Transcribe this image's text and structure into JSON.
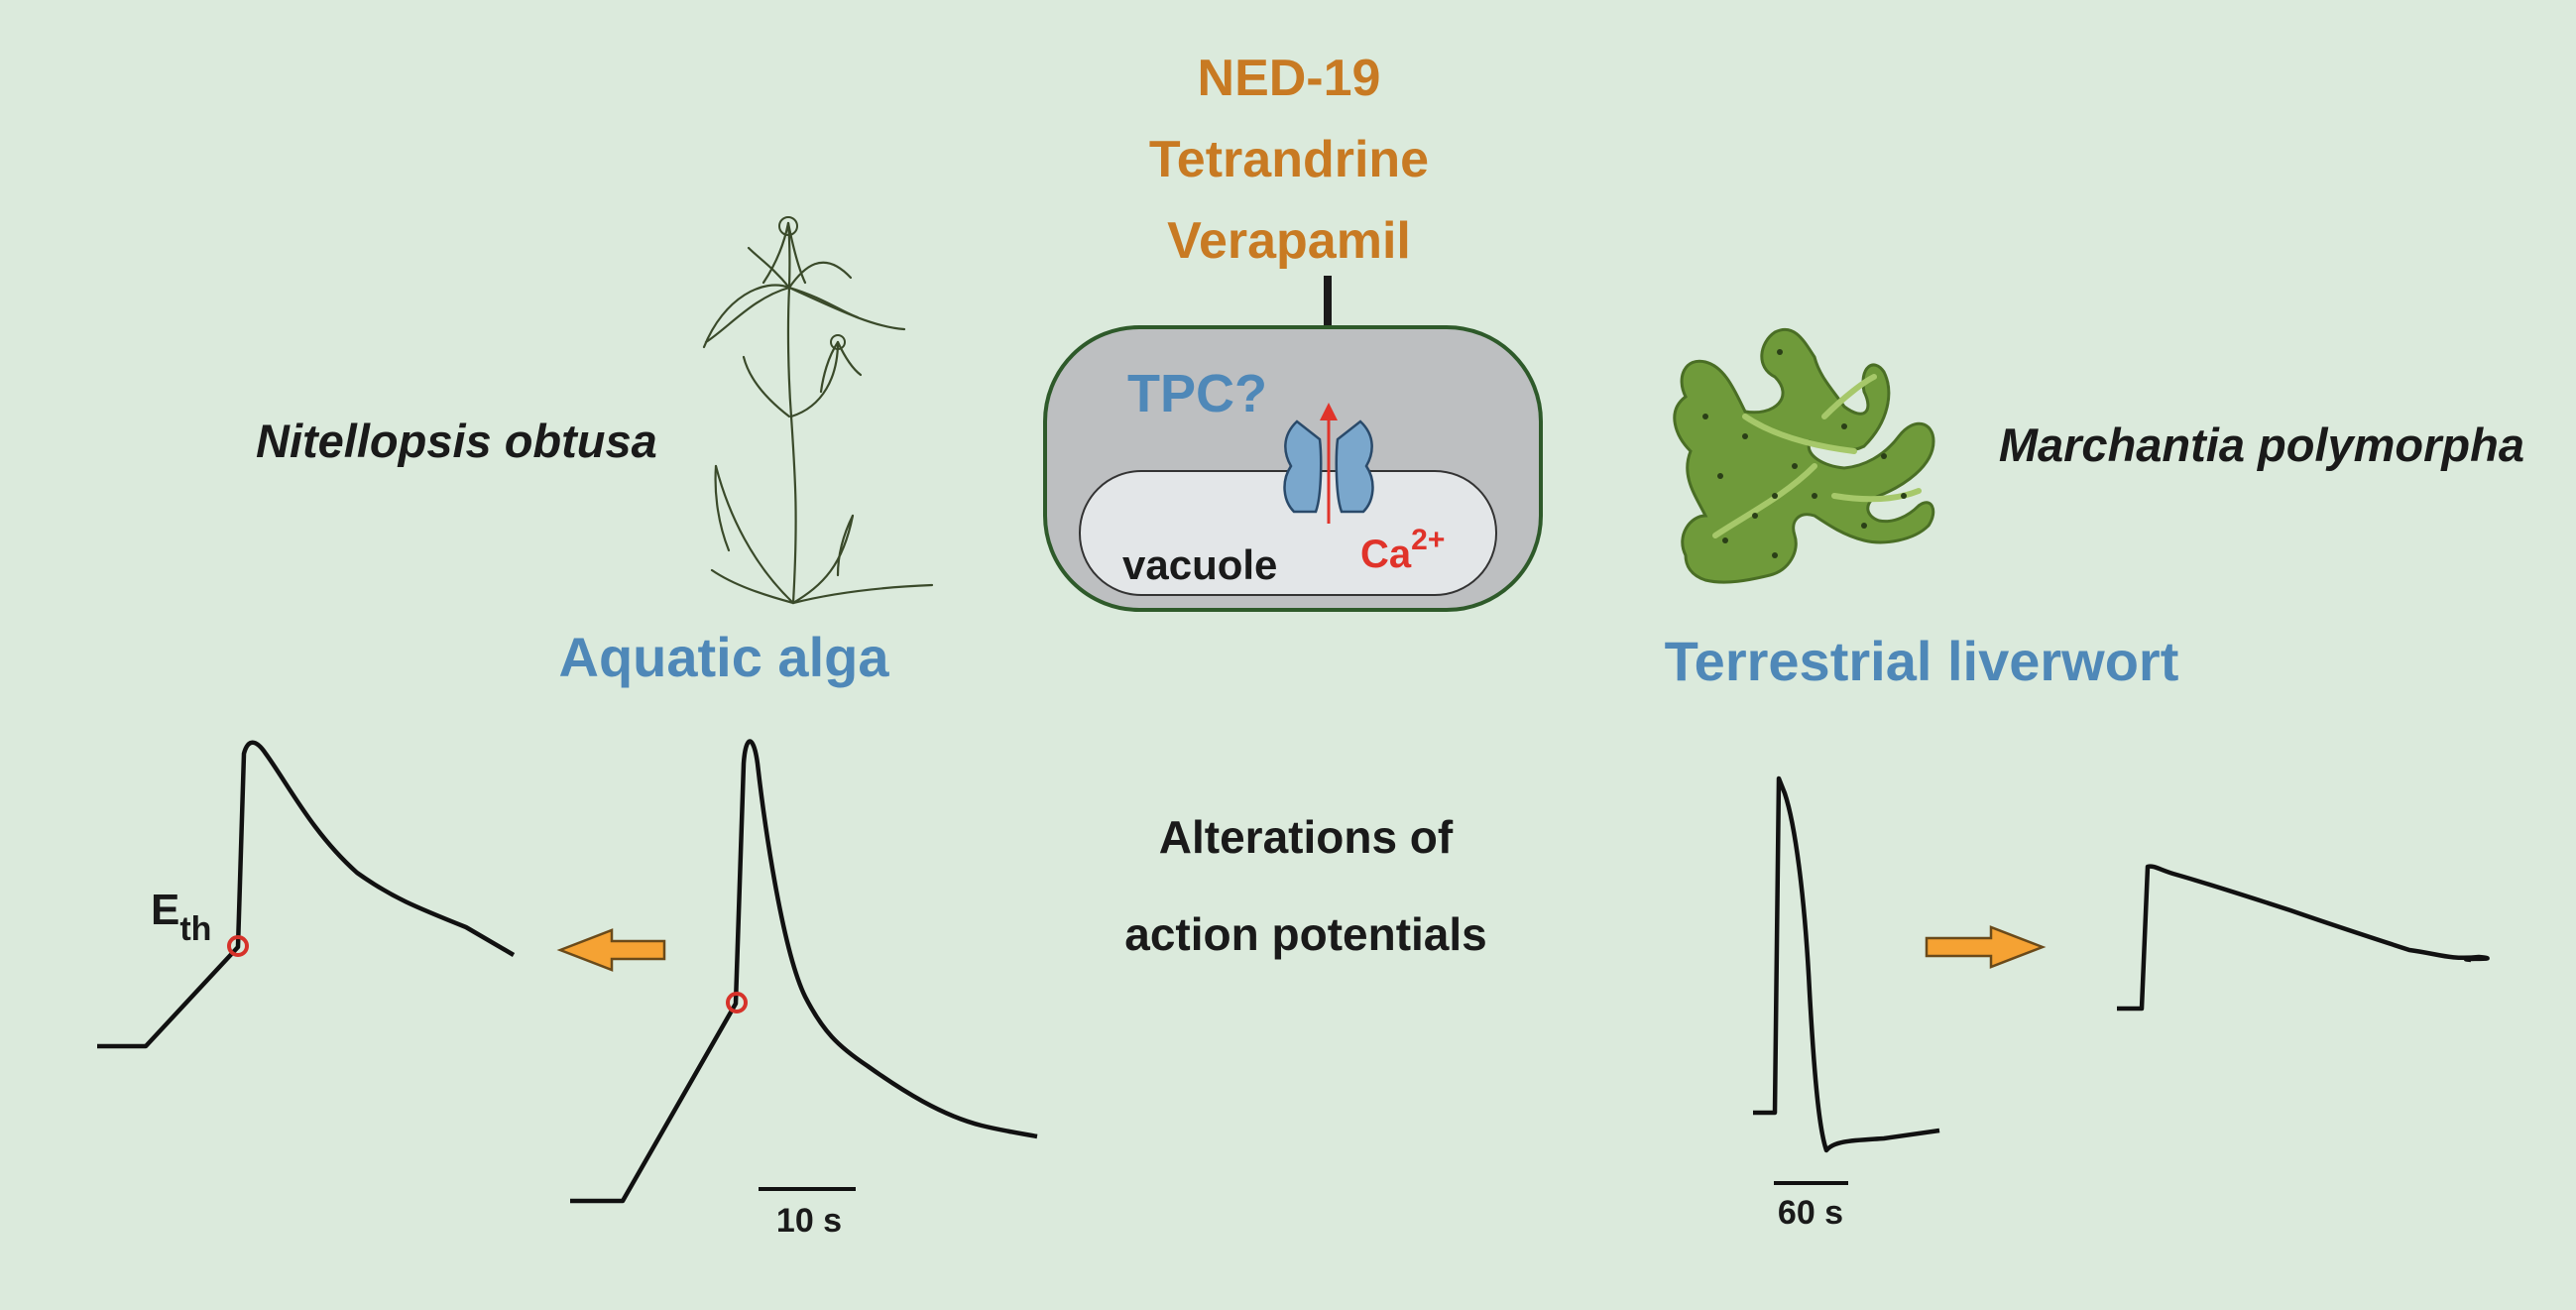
{
  "inhibitors": [
    "NED-19",
    "Tetrandrine",
    "Verapamil"
  ],
  "cell": {
    "channel_label": "TPC?",
    "compartment_label": "vacuole",
    "ion_label": "Ca",
    "ion_charge": "2+"
  },
  "left_organism": {
    "species": "Nitellopsis obtusa",
    "category": "Aquatic alga",
    "threshold_label": "E",
    "threshold_subscript": "th",
    "scale_bar": "10 s"
  },
  "right_organism": {
    "species": "Marchantia polymorpha",
    "category": "Terrestrial liverwort",
    "scale_bar": "60 s"
  },
  "center_text": {
    "line1": "Alterations of",
    "line2": "action potentials"
  },
  "colors": {
    "background": "#dbeadc",
    "inhibitor_text": "#c87a23",
    "category_text": "#4f88b8",
    "channel": "#7aa7cc",
    "ion_text": "#e0332a",
    "arrow_fill": "#f5a233",
    "threshold_marker": "#d6322a",
    "cell_fill": "#bdbfc1",
    "cell_border": "#2e5a2a"
  },
  "icons": {
    "alga": "charophyte-alga-illustration",
    "liverwort": "liverwort-thallus-illustration"
  }
}
